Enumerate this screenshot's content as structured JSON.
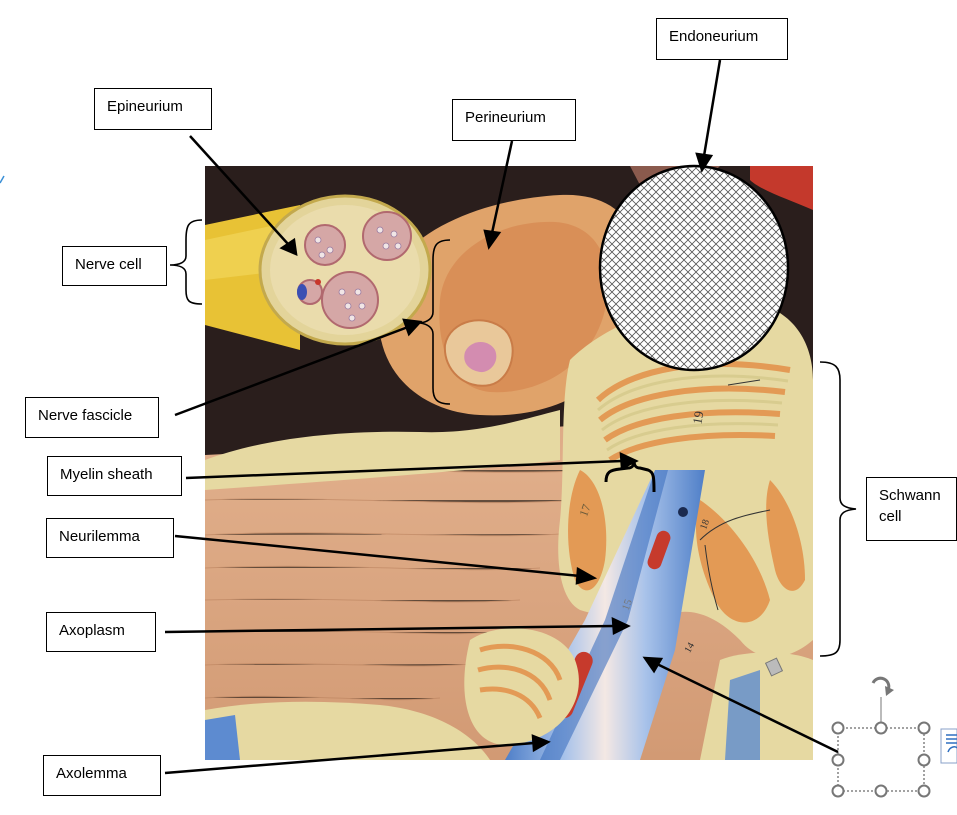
{
  "labels": {
    "endoneurium": "Endoneurium",
    "epineurium": "Epineurium",
    "perineurium": "Perineurium",
    "nerve_cell": "Nerve cell",
    "nerve_fascicle": "Nerve fascicle",
    "myelin_sheath": "Myelin sheath",
    "neurilemma": "Neurilemma",
    "axoplasm": "Axoplasm",
    "axolemma": "Axolemma",
    "schwann_cell_line1": "Schwann",
    "schwann_cell_line2": "cell"
  },
  "model_numbers": {
    "n17": "17",
    "n19": "19",
    "n14": "14",
    "n15": "15",
    "n18": "18"
  },
  "colors": {
    "wood": "#d9a37c",
    "dark_bg": "#2a1e1c",
    "cream": "#e8dfa2",
    "orange": "#e8a15a",
    "blue": "#5d8bd0",
    "red": "#c63a2c",
    "yellow": "#e8c235",
    "accent_blue": "#3a8fd6"
  }
}
